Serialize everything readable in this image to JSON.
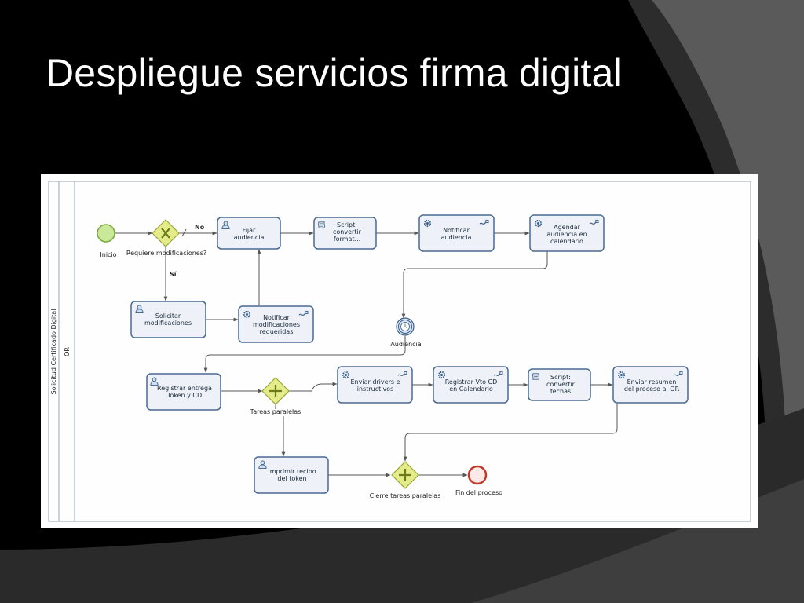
{
  "slide": {
    "title": "Despliegue servicios firma digital"
  },
  "pool": {
    "name": "Solicitud Certificado Digital",
    "lane": "OR"
  },
  "events": {
    "start": "Inicio",
    "audiencia": "Audiencia",
    "end": "Fin del proceso"
  },
  "gateways": {
    "requiere": "Requiere modificaciones?",
    "tareas": "Tareas paralelas",
    "cierre": "Cierre tareas paralelas"
  },
  "edge_labels": {
    "no": "No",
    "si": "Sí"
  },
  "tasks": {
    "fijar": [
      "Fijar",
      "audiencia"
    ],
    "script1": [
      "Script:",
      "convertir",
      "format..."
    ],
    "notificar_aud": [
      "Notificar",
      "audiencia"
    ],
    "agendar": [
      "Agendar",
      "audiencia en",
      "calendario"
    ],
    "solicitar": [
      "Solicitar",
      "modificaciones"
    ],
    "notificar_mod": [
      "Notificar",
      "modificaciones",
      "requeridas"
    ],
    "registrar_entrega": [
      "Registrar entrega",
      "Token y CD"
    ],
    "enviar_drivers": [
      "Enviar drivers e",
      "instructivos"
    ],
    "registrar_vto": [
      "Registrar Vto CD",
      "en Calendario"
    ],
    "script2": [
      "Script:",
      "convertir",
      "fechas"
    ],
    "enviar_resumen": [
      "Enviar resumen",
      "del proceso al OR"
    ],
    "imprimir": [
      "Imprimir recibo",
      "del token"
    ]
  },
  "colors": {
    "task_fill": "#eef2f8",
    "task_stroke": "#4a6a92",
    "start_fill": "#c9e89a",
    "end_stroke": "#c0392b",
    "gateway_fill": "#e4ec8a",
    "timer_fill": "#d6e3f3"
  }
}
